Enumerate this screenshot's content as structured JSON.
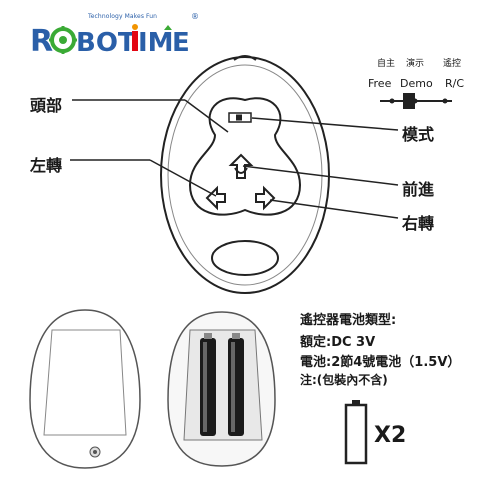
{
  "logo": {
    "brand": "ROBOTIME",
    "tagline": "Technology Makes Fun",
    "registered": "®",
    "colors": {
      "blue": "#2a5fa8",
      "green": "#3aaa35",
      "orange": "#f29400",
      "red": "#e30613"
    }
  },
  "remote_labels": {
    "head": "頭部",
    "left_turn": "左轉",
    "mode": "模式",
    "forward": "前進",
    "right_turn": "右轉"
  },
  "mode_switch": {
    "cn_labels": [
      "自主",
      "演示",
      "遙控"
    ],
    "en_labels": [
      "Free",
      "Demo",
      "R/C"
    ]
  },
  "battery_spec": {
    "title": "遙控器電池類型:",
    "rated": "額定:DC 3V",
    "battery": "電池:2節4號電池（1.5V）",
    "note": "注:(包裝內不含)",
    "quantity": "X2"
  },
  "icons": [
    "battery-icon",
    "forward-arrow-icon",
    "left-arrow-icon",
    "right-arrow-icon",
    "mode-switch-icon"
  ]
}
